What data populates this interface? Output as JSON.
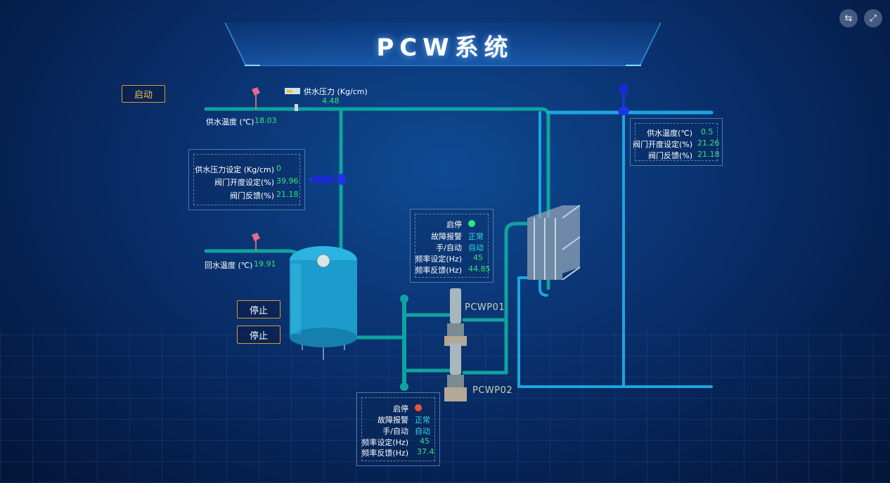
{
  "header": {
    "title": "PCW系统"
  },
  "top_icons": [
    {
      "name": "swap-icon",
      "glyph": "⇆"
    },
    {
      "name": "fullscreen-icon",
      "glyph": "⤢"
    }
  ],
  "buttons": {
    "start": "启动",
    "stop1": "停止",
    "stop2": "停止"
  },
  "supply": {
    "pressure_label": "供水压力 (Kg/cm)",
    "pressure_value": "4.48",
    "temp_label": "供水温度 (℃)",
    "temp_value": "18.03"
  },
  "return": {
    "temp_label": "回水温度 (℃)",
    "temp_value": "19.91"
  },
  "left_valve_panel": {
    "rows": [
      {
        "label": "供水压力设定 (Kg/cm)",
        "value": "0"
      },
      {
        "label": "阀门开度设定(%)",
        "value": "39.96"
      },
      {
        "label": "阀门反馈(%)",
        "value": "21.18"
      }
    ]
  },
  "right_valve_panel": {
    "rows": [
      {
        "label": "供水温度(℃)",
        "value": "0.5"
      },
      {
        "label": "阀门开度设定(%)",
        "value": "21.26"
      },
      {
        "label": "阀门反馈(%)",
        "value": "21.18"
      }
    ]
  },
  "pump1": {
    "name": "PCWP01",
    "rows": [
      {
        "label": "启停",
        "value": ""
      },
      {
        "label": "故障报警",
        "value": "正常"
      },
      {
        "label": "手/自动",
        "value": "自动"
      },
      {
        "label": "频率设定(Hz)",
        "value": "45"
      },
      {
        "label": "频率反馈(Hz)",
        "value": "44.85"
      }
    ],
    "status_color": "#2ee57a"
  },
  "pump2": {
    "name": "PCWP02",
    "rows": [
      {
        "label": "启停",
        "value": ""
      },
      {
        "label": "故障报警",
        "value": "正常"
      },
      {
        "label": "手/自动",
        "value": "自动"
      },
      {
        "label": "频率设定(Hz)",
        "value": "45"
      },
      {
        "label": "频率反馈(Hz)",
        "value": "37.4"
      }
    ],
    "status_color": "#f0533a"
  },
  "colors": {
    "pipe": "#0fa3a0",
    "pipe_blue": "#1aa6e0",
    "tank": "#1b9ccc",
    "accent_green": "#38e07a"
  }
}
